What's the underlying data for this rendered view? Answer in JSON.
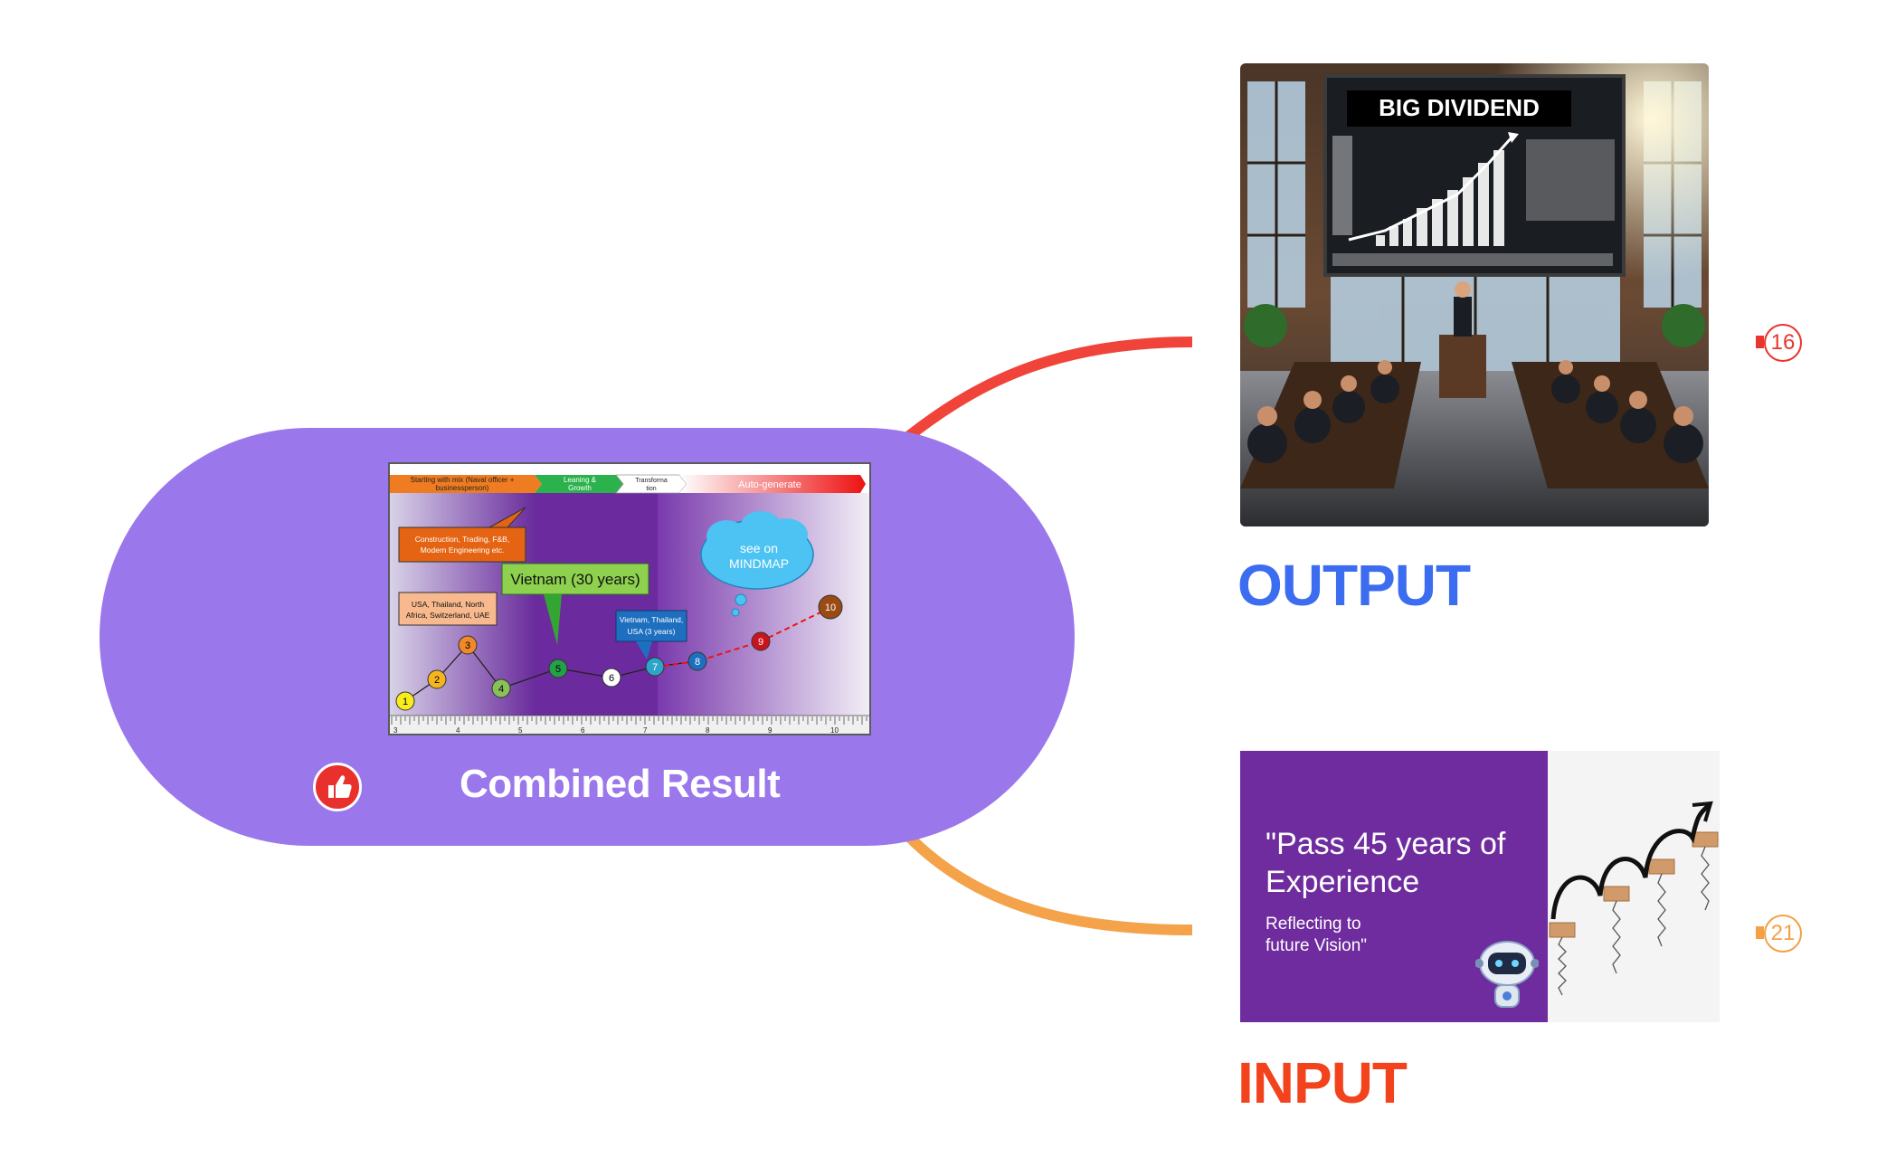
{
  "central_topic": {
    "title": "Combined Result",
    "fill_color": "#9b77ec",
    "icon": "thumbs-up-icon",
    "image": {
      "timeline_phases": [
        "Starting with mix (Naval officer + businessperson)",
        "Leaning & Growth",
        "Transforma tion",
        "Auto-generate"
      ],
      "callouts": {
        "industries": "Construction, Trading, F&B, Modern Engineering etc.",
        "regions": "USA, Thailand, North Africa, Switzerland, UAE",
        "vietnam": "Vietnam (30 years)",
        "recent": "Vietnam, Thailand, USA (3 years)",
        "mindmap": "see on MINDMAP"
      },
      "milestones": [
        "1",
        "2",
        "3",
        "4",
        "5",
        "6",
        "7",
        "8",
        "9",
        "10"
      ],
      "ruler_ticks": [
        "3",
        "4",
        "5",
        "6",
        "7",
        "8",
        "9",
        "10"
      ]
    }
  },
  "branches": [
    {
      "label": "OUTPUT",
      "label_color": "#3c6df0",
      "line_color": "#f0443a",
      "badge": "16",
      "badge_color": "#e8352f",
      "image": {
        "screen_title": "BIG DIVIDEND"
      }
    },
    {
      "label": "INPUT",
      "label_color": "#f3431d",
      "line_color": "#f4a34a",
      "badge": "21",
      "badge_color": "#f3a046",
      "image": {
        "headline": "\"Pass 45 years of Experience",
        "subline": "Reflecting to future Vision\"",
        "icon": "robot-icon"
      }
    }
  ]
}
